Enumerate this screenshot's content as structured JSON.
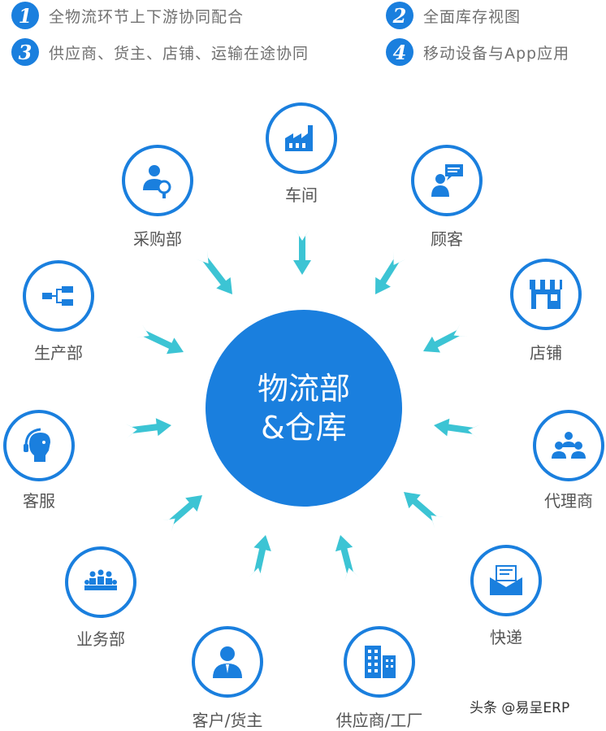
{
  "features": [
    {
      "num": "1",
      "text": "全物流环节上下游协同配合"
    },
    {
      "num": "2",
      "text": "全面库存视图"
    },
    {
      "num": "3",
      "text": "供应商、货主、店铺、运输在途协同"
    },
    {
      "num": "4",
      "text": "移动设备与App应用"
    }
  ],
  "hub": {
    "line1": "物流部",
    "line2": "&仓库"
  },
  "nodes": [
    {
      "label": "车间",
      "icon": "factory-icon"
    },
    {
      "label": "顾客",
      "icon": "customer-chat-icon"
    },
    {
      "label": "店铺",
      "icon": "storefront-icon"
    },
    {
      "label": "代理商",
      "icon": "agent-group-icon"
    },
    {
      "label": "快递",
      "icon": "mail-envelope-icon"
    },
    {
      "label": "供应商/工厂",
      "icon": "buildings-icon"
    },
    {
      "label": "客户/货主",
      "icon": "person-icon"
    },
    {
      "label": "业务部",
      "icon": "meeting-icon"
    },
    {
      "label": "客服",
      "icon": "headset-agent-icon"
    },
    {
      "label": "生产部",
      "icon": "flowchart-icon"
    },
    {
      "label": "采购部",
      "icon": "person-search-icon"
    }
  ],
  "colors": {
    "primary": "#1a7fde",
    "arrow": "#3cc4d4",
    "text": "#555555"
  },
  "watermark": "头条 @易呈ERP"
}
